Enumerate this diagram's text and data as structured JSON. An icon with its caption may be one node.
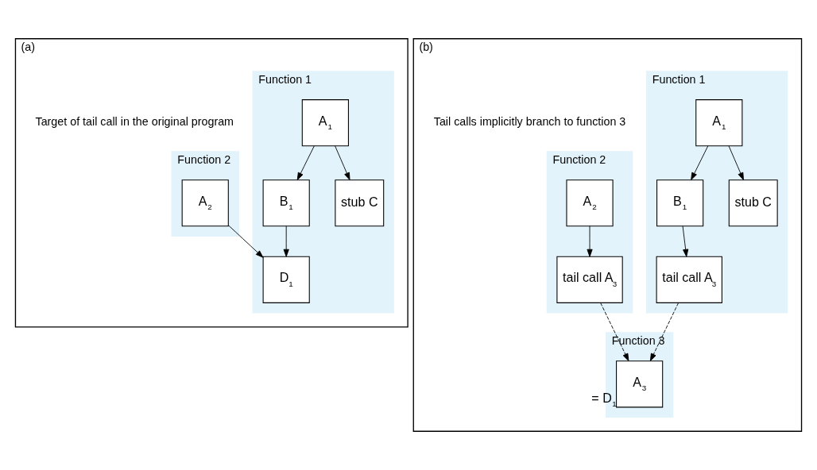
{
  "diagram": {
    "nodes": [
      {
        "text": [
          "(a)"
        ]
      },
      {
        "text": [
          "Function 1"
        ],
        "in": 0
      },
      {
        "text": [
          "A$_{1}$"
        ],
        "in": 1
      },
      {
        "text": [
          "B$_{1}$"
        ],
        "in": 1
      },
      {
        "text": [
          "stub C"
        ],
        "in": 1
      },
      {
        "text": [
          "D$_{1}$"
        ],
        "in": 1
      },
      {
        "text": [
          "Function 2"
        ],
        "in": 0
      },
      {
        "text": [
          "A$_{2}$"
        ],
        "in": 6
      },
      {
        "text": [
          "(b)"
        ]
      },
      {
        "text": [
          "Function 1"
        ],
        "in": 8
      },
      {
        "text": [
          "A$_{1}$"
        ],
        "in": 9
      },
      {
        "text": [
          "B$_{1}$"
        ],
        "in": 9
      },
      {
        "text": [
          "stub C"
        ],
        "in": 9
      },
      {
        "text": [
          "tail call A$_{3}$"
        ],
        "in": 9
      },
      {
        "text": [
          "Function 2"
        ],
        "in": 8
      },
      {
        "text": [
          "A$_{2}$"
        ],
        "in": 14
      },
      {
        "text": [
          "tail call A$_{3}$"
        ],
        "in": 14
      },
      {
        "text": [
          "Function 3"
        ],
        "in": 8
      },
      {
        "text": [
          "A$_{3}$"
        ],
        "in": 17,
        "beside": [
          "= D$_{1}$"
        ]
      }
    ],
    "edges": [
      {
        "from": 2,
        "to": 3,
        "arrow": "to"
      },
      {
        "from": 2,
        "to": 4,
        "arrow": "to"
      },
      {
        "from": 3,
        "to": 5,
        "arrow": "to"
      },
      {
        "from": 7,
        "to": 5,
        "arrow": "to"
      },
      {
        "from": 10,
        "to": 11,
        "arrow": "to"
      },
      {
        "from": 10,
        "to": 12,
        "arrow": "to"
      },
      {
        "from": 11,
        "to": 13,
        "arrow": "to"
      },
      {
        "from": 15,
        "to": 16,
        "arrow": "to"
      },
      {
        "from": 16,
        "to": 18,
        "arrow": "to",
        "style": "dashed"
      },
      {
        "from": 13,
        "to": 18,
        "arrow": "to",
        "style": "dashed"
      }
    ],
    "labels": [
      "Target of tail call in the original program",
      "Tail calls implicitly branch to function 3"
    ]
  }
}
